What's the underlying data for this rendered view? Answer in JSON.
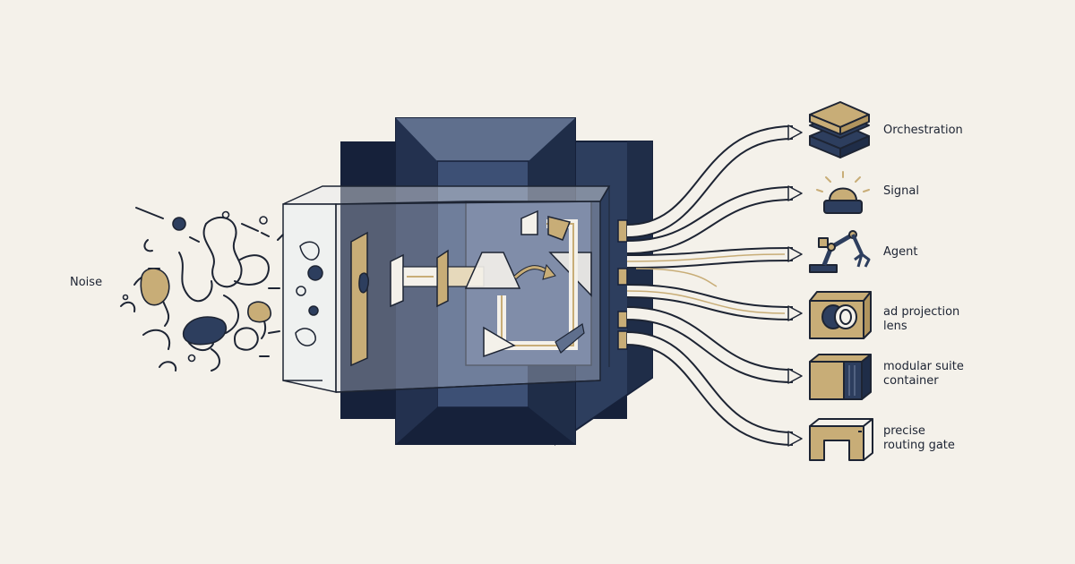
{
  "input": {
    "label": "Noise"
  },
  "outputs": [
    {
      "lines": [
        "Orchestration"
      ],
      "icon": "stacked-layers-icon"
    },
    {
      "lines": [
        "Signal"
      ],
      "icon": "beacon-light-icon"
    },
    {
      "lines": [
        "Agent"
      ],
      "icon": "robotic-arm-icon"
    },
    {
      "lines": [
        "ad projection",
        "lens"
      ],
      "icon": "lens-box-icon"
    },
    {
      "lines": [
        "modular suite",
        "container"
      ],
      "icon": "shipping-container-icon"
    },
    {
      "lines": [
        "precise",
        "routing gate"
      ],
      "icon": "routing-gate-icon"
    }
  ],
  "colors": {
    "background": "#f4f1ea",
    "navy": "#2d3e5e",
    "navy_dark": "#16213a",
    "gold": "#c8ad77",
    "ink": "#1d2433"
  }
}
